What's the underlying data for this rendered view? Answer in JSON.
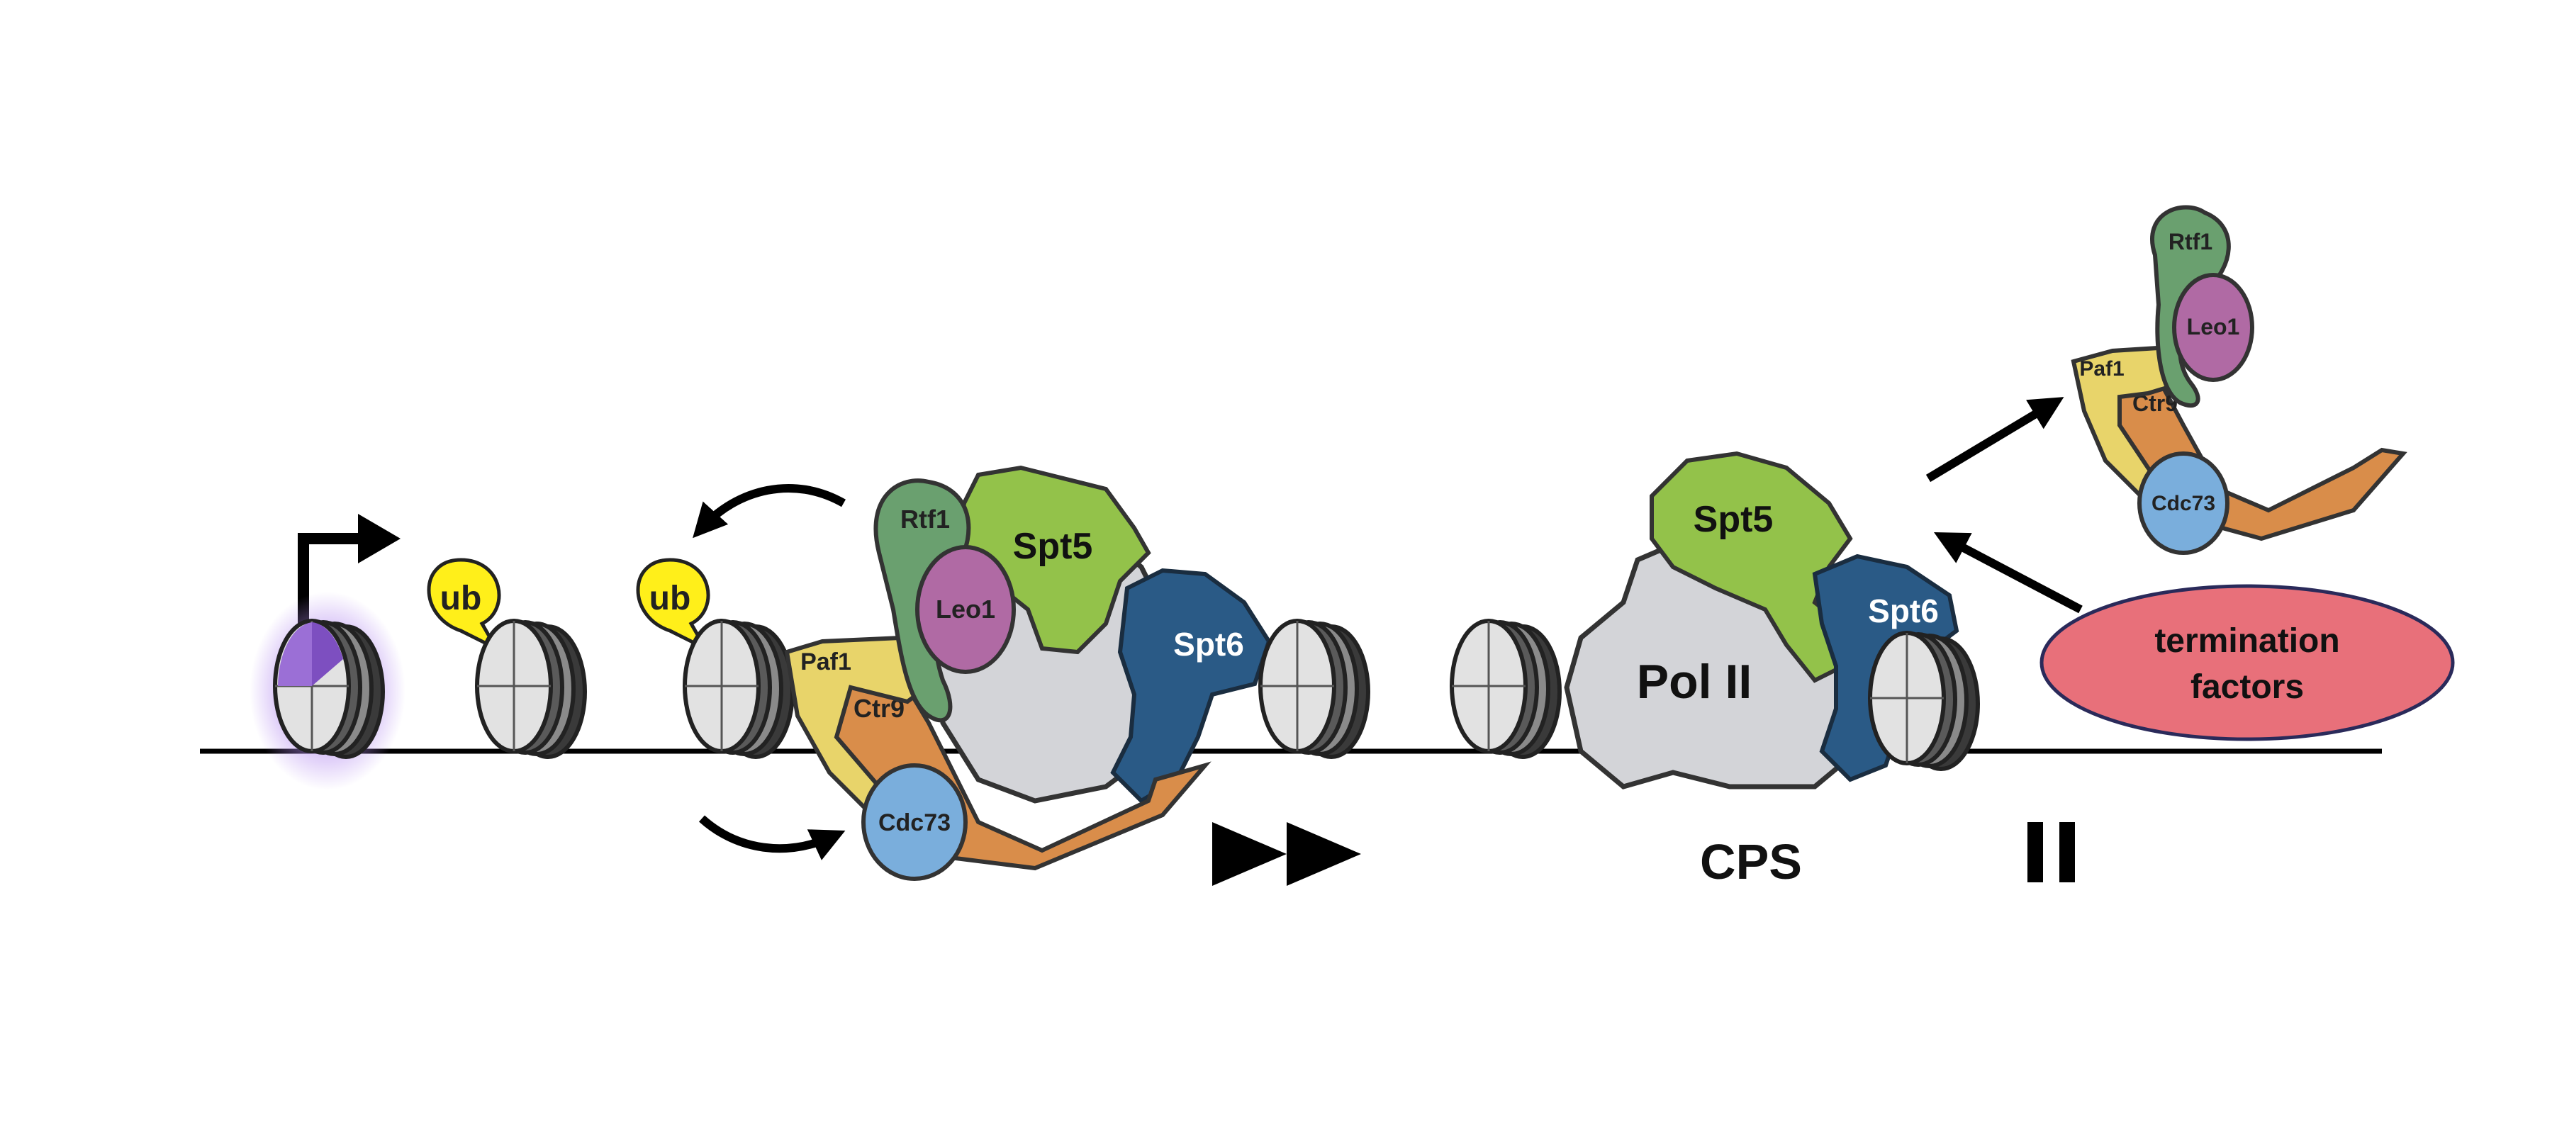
{
  "labels": {
    "ub_1": "ub",
    "ub_2": "ub",
    "rtf1_left": "Rtf1",
    "leo1_left": "Leo1",
    "paf1_left": "Paf1",
    "ctr9_left": "Ctr9",
    "cdc73_left": "Cdc73",
    "spt5_left": "Spt5",
    "spt6_left": "Spt6",
    "spt5_mid": "Spt5",
    "spt6_mid": "Spt6",
    "pol2": "Pol II",
    "cps": "CPS",
    "termination_line1": "termination",
    "termination_line2": "factors",
    "rtf1_right": "Rtf1",
    "leo1_right": "Leo1",
    "paf1_right": "Paf1",
    "ctr9_right": "Ctr9",
    "cdc73_right": "Cdc73"
  },
  "colors": {
    "rtf1": "#6aa06f",
    "leo1": "#b06aa4",
    "paf1": "#e8d46a",
    "ctr9": "#d98d4a",
    "cdc73": "#7aaedc",
    "spt5": "#93c24a",
    "spt6": "#2a5a86",
    "pol2": "#d3d4d8",
    "ub": "#ffef1a",
    "termination": "#e8707a",
    "h3_mark": "#9b6fd6"
  },
  "icons": [
    "tss-arrow-icon",
    "fast-forward-icon",
    "pause-icon"
  ]
}
